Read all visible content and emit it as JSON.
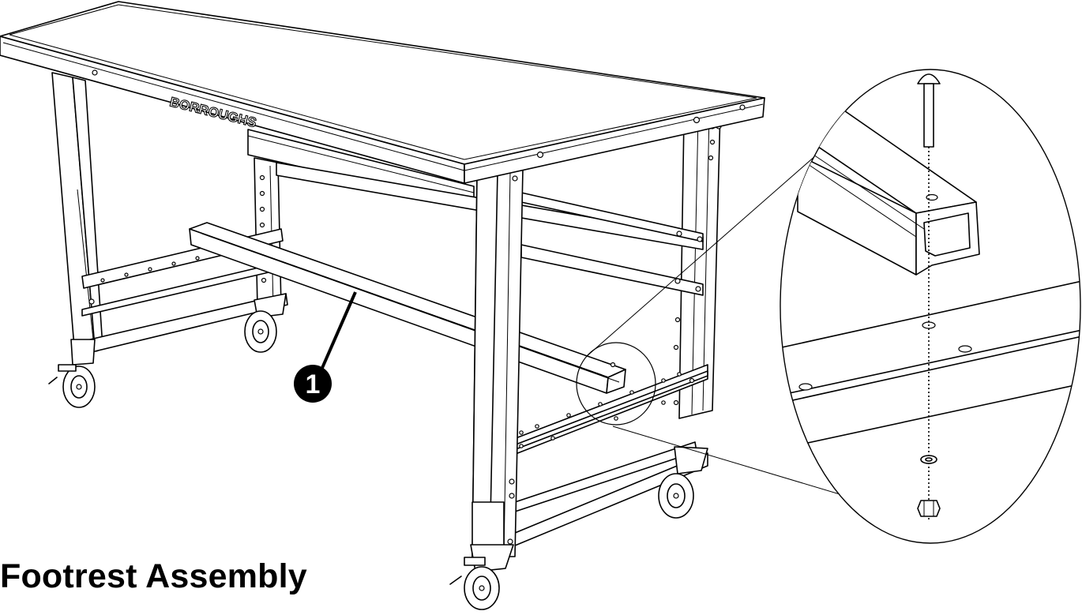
{
  "brand_label": "BORROUGHS",
  "callout_number": "1",
  "caption": "Footrest Assembly",
  "colors": {
    "line": "#000000",
    "background": "#ffffff"
  },
  "parts": [
    "workbench-top",
    "apron",
    "legs",
    "casters",
    "footrest-channel",
    "carriage-bolt",
    "flat-washer",
    "hex-nut"
  ]
}
